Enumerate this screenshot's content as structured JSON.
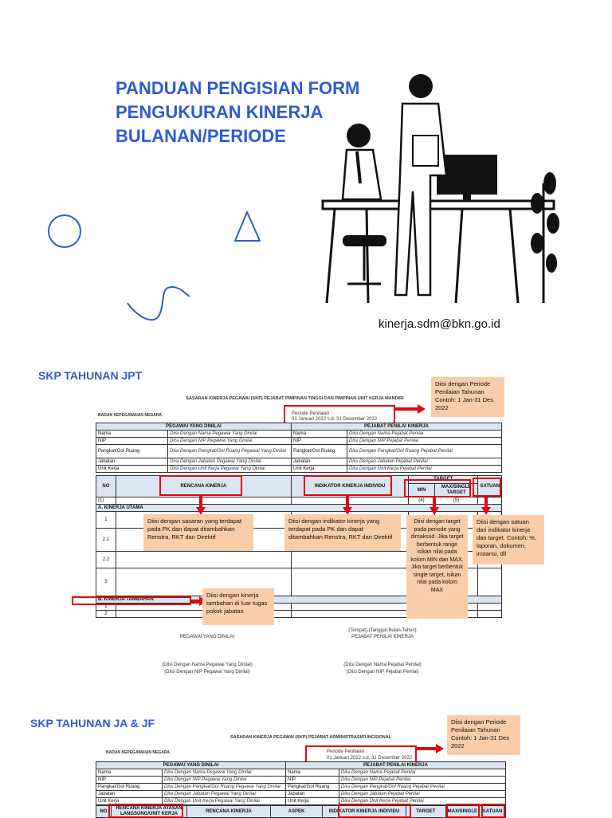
{
  "title_lines": [
    "PANDUAN PENGISIAN FORM",
    "PENGUKURAN KINERJA",
    "BULANAN/PERIODE"
  ],
  "email": "kinerja.sdm@bkn.go.id",
  "jpt": {
    "heading": "SKP TAHUNAN JPT",
    "doc_title": "SASARAN KINERJA PEGAWAI (SKP) PEJABAT PIMPINAN TINGGI DAN PIMPINAN UNIT KERJA MANDIRI",
    "agency": "BADAN KEPEGAWAIAN NEGARA",
    "period_label": "Periode Penilaian :",
    "period_value": "01 Januari 2022 s.d. 31 Desember 2022",
    "period_note": "Diisi dengan Periode Penilaian Tahunan Contoh: 1 Jan-31 Des 2022",
    "pegawai_header": "PEGAWAI YANG DINILAI",
    "pejabat_header": "PEJABAT PENILAI KINERJA",
    "rows": [
      {
        "label": "Nama",
        "value": "Diisi Dengan Nama Pegawai Yang Dinilai",
        "label2": "Nama",
        "value2": "Diisi Dengan Nama Pejabat Penilai"
      },
      {
        "label": "NIP",
        "value": "Diisi Dengan NIP Pegawai Yang Dinilai",
        "label2": "NIP",
        "value2": "Diisi Dengan NIP Pejabat Penilai"
      },
      {
        "label": "Pangkat/Gol Ruang",
        "value": "Diisi Dengan Pangkat/Gol Ruang Pegawai Yang Dinilai",
        "label2": "Pangkat/Gol Ruang",
        "value2": "Diisi Dengan Pangkat/Gol Ruang Pejabat Penilai"
      },
      {
        "label": "Jabatan",
        "value": "Diisi Dengan Jabatan Pegawai Yang Dinilai",
        "label2": "Jabatan",
        "value2": "Diisi Dengan Jabatan Pejabat Penilai"
      },
      {
        "label": "Unit Kerja",
        "value": "Diisi Dengan Unit Kerja Pegawai Yang Dinilai",
        "label2": "Unit Kerja",
        "value2": "Diisi Dengan Unit Kerja Pejabat Penilai"
      }
    ],
    "col_no": "NO",
    "col_rencana": "RENCANA KINERJA",
    "col_indikator": "INDIKATOR KINERJA INDIVIDU",
    "col_target": "TARGET",
    "col_min": "MIN",
    "col_max": "MAX/SINGLE TARGET",
    "col_satuan": "SATUAN",
    "num_1": "(1)",
    "num_4": "(4)",
    "num_5": "(5)",
    "section_a": "A. KINERJA UTAMA",
    "row_numbers": [
      "1",
      "2.1",
      "2.2",
      "3"
    ],
    "section_b": "B. KINERJA TAMBAHAN",
    "b_rows": [
      "1",
      "2"
    ],
    "note_rencana": "Diisi dengan sasaran yang terdapat pada PK dan dapat ditambahkan Renstra, RKT dan Direktif",
    "note_indikator": "Diisi dengan indikator kinerja yang terdapat pada PK dan dapat ditambahkan Renstra, RKT dan Direktif",
    "note_target": "Diisi dengan target pada periode yang dimaksud. Jika target berbentuk range isikan nilai pada kolom MIN dan MAX. Jika target berbentuk single target, isikan nilai pada kolom MAX",
    "note_satuan": "Diisi dengan satuan dari indikator kinerja dan target. Contoh: %, laporan, dokumen, instansi, dll",
    "note_tambahan": "Diisi dengan kinerja tambahan di luar tugas pokok jabatan",
    "sign_place": "(Tempat),(Tanggal,Bulan,Tahun)",
    "sign_left": "PEGAWAI YANG DINILAI",
    "sign_right": "PEJABAT PENILAI KINERJA",
    "sign_left_name": "(Diisi Dengan Nama Pegawai Yang Dinilai)",
    "sign_left_nip": "(Diisi Dengan NIP Pegawai Yang Dinilai)",
    "sign_right_name": "(Diisi Dengan Nama Pejabat Penilai)",
    "sign_right_nip": "(Diisi Dengan NIP Pejabat Penilai)"
  },
  "ja": {
    "heading": "SKP TAHUNAN JA & JF",
    "doc_title": "SASARAN KINERJA PEGAWAI (SKP) PEJABAT ADMINISTRASI/FUNGSIONAL",
    "agency": "BADAN KEPEGAWAIAN NEGARA",
    "period_label": "Periode Penilaian :",
    "period_value": "01 Januari 2022 s.d. 31 Desember 2022",
    "period_note": "Diisi dengan Periode Penilaian Tahunan Contoh: 1 Jan-31 Des 2022",
    "pegawai_header": "PEGAWAI YANG DINILAI",
    "pejabat_header": "PEJABAT PENILAI KINERJA",
    "rows": [
      {
        "label": "Nama",
        "value": "Diisi Dengan Nama Pegawai Yang Dinilai",
        "label2": "Nama",
        "value2": "Diisi Dengan Nama Pejabat Penilai"
      },
      {
        "label": "NIP",
        "value": "Diisi Dengan NIP Pegawai Yang Dinilai",
        "label2": "NIP",
        "value2": "Diisi Dengan NIP Pejabat Penilai"
      },
      {
        "label": "Pangkat/Gol Ruang",
        "value": "Diisi Dengan Pangkat/Gol Ruang Pegawai Yang Dinilai",
        "label2": "Pangkat/Gol Ruang",
        "value2": "Diisi Dengan Pangkat/Gol Ruang Pejabat Penilai"
      },
      {
        "label": "Jabatan",
        "value": "Diisi Dengan Jabatan Pegawai Yang Dinilai",
        "label2": "Jabatan",
        "value2": "Diisi Dengan Jabatan Pejabat Penilai"
      },
      {
        "label": "Unit Kerja",
        "value": "Diisi Dengan Unit Kerja Pegawai Yang Dinilai",
        "label2": "Unit Kerja",
        "value2": "Diisi Dengan Unit Kerja Pejabat Penilai"
      }
    ],
    "col_no": "NO",
    "col_atasan": "RENCANA KINERJA ATASAN LANGSUNG/UNIT KERJA",
    "col_rencana": "RENCANA KINERJA",
    "col_aspek": "ASPEK",
    "col_indikator": "INDIKATOR KINERJA INDIVIDU",
    "col_target": "TARGET",
    "col_max": "MAX/SINGLE",
    "col_satuan": "SATUAN"
  }
}
